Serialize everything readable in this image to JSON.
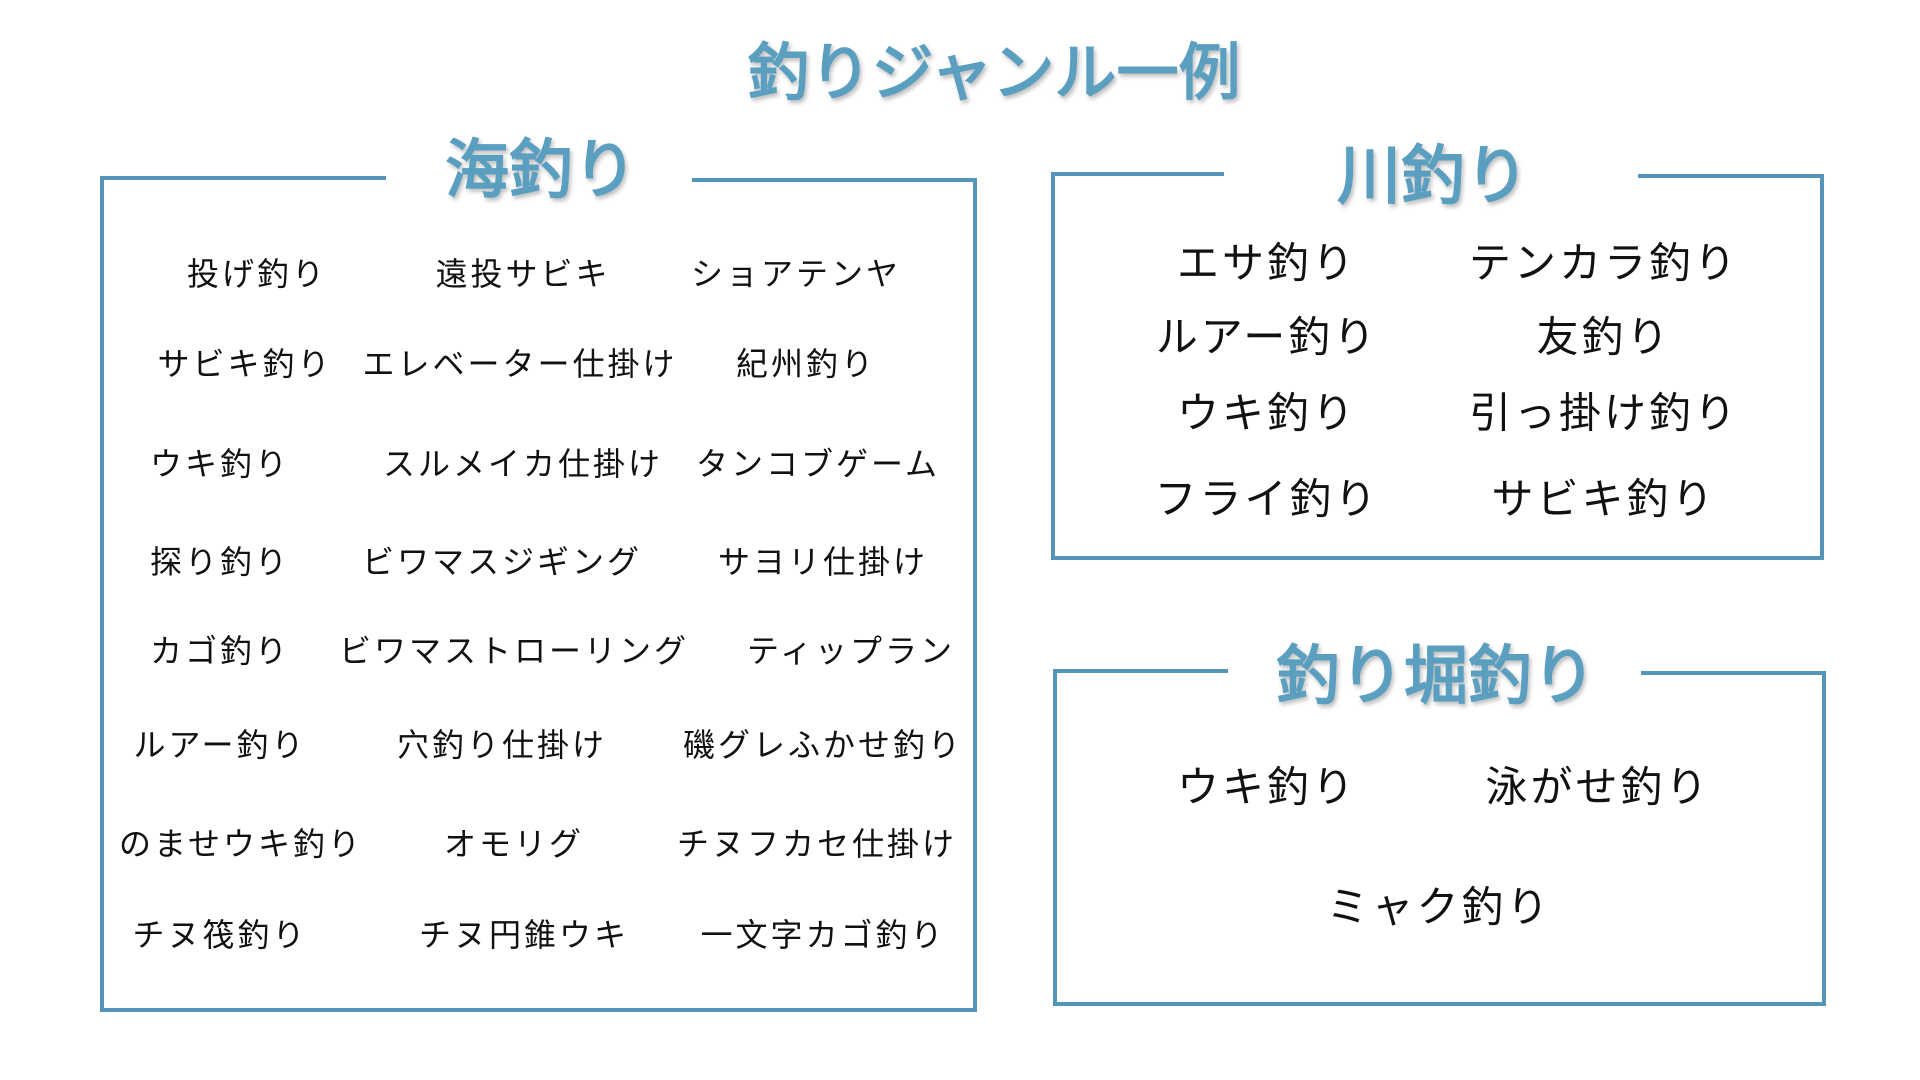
{
  "title": "釣りジャンル一例",
  "sea": {
    "title": "海釣り",
    "rows": [
      [
        "投げ釣り",
        "遠投サビキ",
        "ショアテンヤ"
      ],
      [
        "サビキ釣り",
        "エレベーター仕掛け",
        "紀州釣り"
      ],
      [
        "ウキ釣り",
        "スルメイカ仕掛け",
        "タンコブゲーム"
      ],
      [
        "探り釣り",
        "ビワマスジギング",
        "サヨリ仕掛け"
      ],
      [
        "カゴ釣り",
        "ビワマストローリング",
        "ティップラン"
      ],
      [
        "ルアー釣り",
        "穴釣り仕掛け",
        "磯グレふかせ釣り"
      ],
      [
        "のませウキ釣り",
        "オモリグ",
        "チヌフカセ仕掛け"
      ],
      [
        "チヌ筏釣り",
        "チヌ円錐ウキ",
        "一文字カゴ釣り"
      ]
    ]
  },
  "river": {
    "title": "川釣り",
    "rows": [
      [
        "エサ釣り",
        "テンカラ釣り"
      ],
      [
        "ルアー釣り",
        "友釣り"
      ],
      [
        "ウキ釣り",
        "引っ掛け釣り"
      ],
      [
        "フライ釣り",
        "サビキ釣り"
      ]
    ]
  },
  "pond": {
    "title": "釣り堀釣り",
    "items": [
      "ウキ釣り",
      "泳がせ釣り",
      "ミャク釣り"
    ]
  },
  "colors": {
    "accent": "#5b9fc0",
    "border": "#5596b8"
  }
}
